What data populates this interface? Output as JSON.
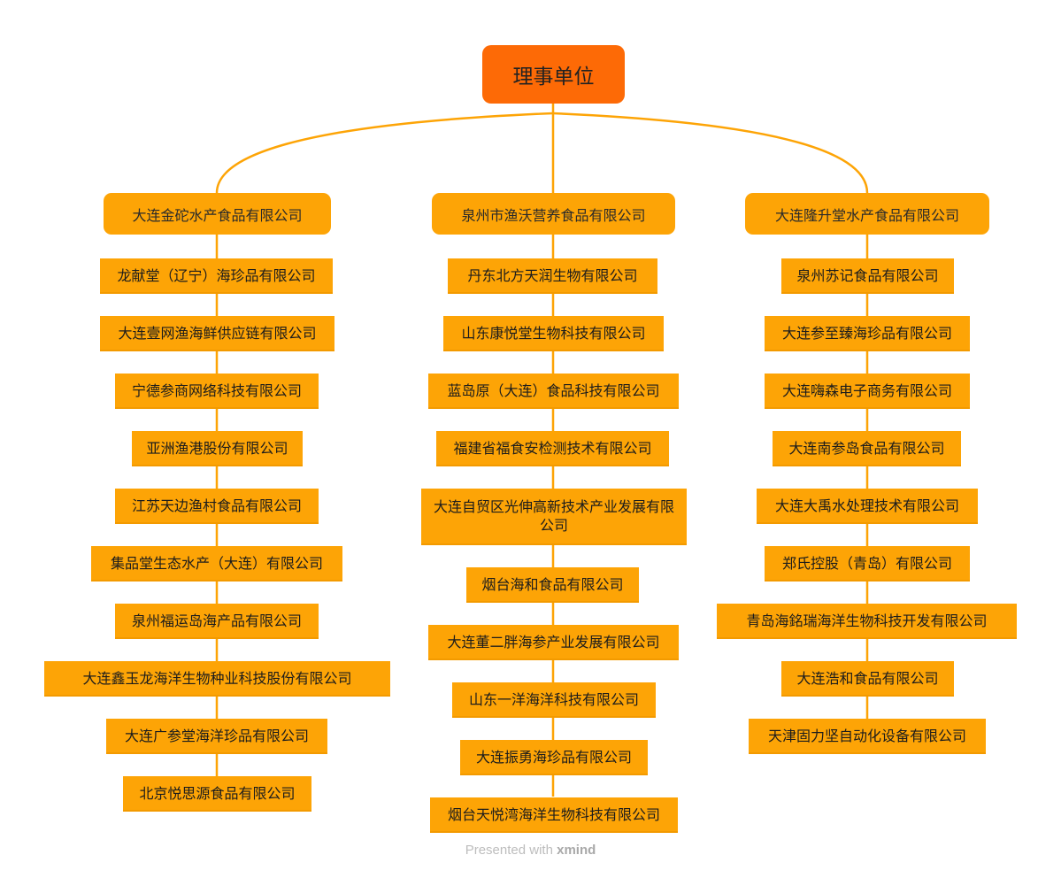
{
  "root": "理事单位",
  "branches": [
    {
      "label": "大连金砣水产食品有限公司",
      "children": [
        "龙献堂（辽宁）海珍品有限公司",
        "大连壹网渔海鲜供应链有限公司",
        "宁德参商网络科技有限公司",
        "亚洲渔港股份有限公司",
        "江苏天边渔村食品有限公司",
        "集品堂生态水产（大连）有限公司",
        "泉州福运岛海产品有限公司",
        "大连鑫玉龙海洋生物种业科技股份有限公司",
        "大连广参堂海洋珍品有限公司",
        "北京悦思源食品有限公司"
      ]
    },
    {
      "label": "泉州市渔沃营养食品有限公司",
      "children": [
        "丹东北方天润生物有限公司",
        "山东康悦堂生物科技有限公司",
        "蓝岛原（大连）食品科技有限公司",
        "福建省福食安检测技术有限公司",
        "大连自贸区光伸高新技术产业发展有限公司",
        "烟台海和食品有限公司",
        "大连董二胖海参产业发展有限公司",
        "山东一洋海洋科技有限公司",
        "大连振勇海珍品有限公司",
        "烟台天悦湾海洋生物科技有限公司"
      ]
    },
    {
      "label": "大连隆升堂水产食品有限公司",
      "children": [
        "泉州苏记食品有限公司",
        "大连参至臻海珍品有限公司",
        "大连嗨森电子商务有限公司",
        "大连南参岛食品有限公司",
        "大连大禹水处理技术有限公司",
        "郑氏控股（青岛）有限公司",
        "青岛海銘瑞海洋生物科技开发有限公司",
        "大连浩和食品有限公司",
        "天津固力坚自动化设备有限公司"
      ]
    }
  ],
  "footer": {
    "prefix": "Presented with",
    "brand": "xmind"
  },
  "colors": {
    "root": "#fd6a06",
    "node": "#fda406",
    "line": "#fda406"
  }
}
